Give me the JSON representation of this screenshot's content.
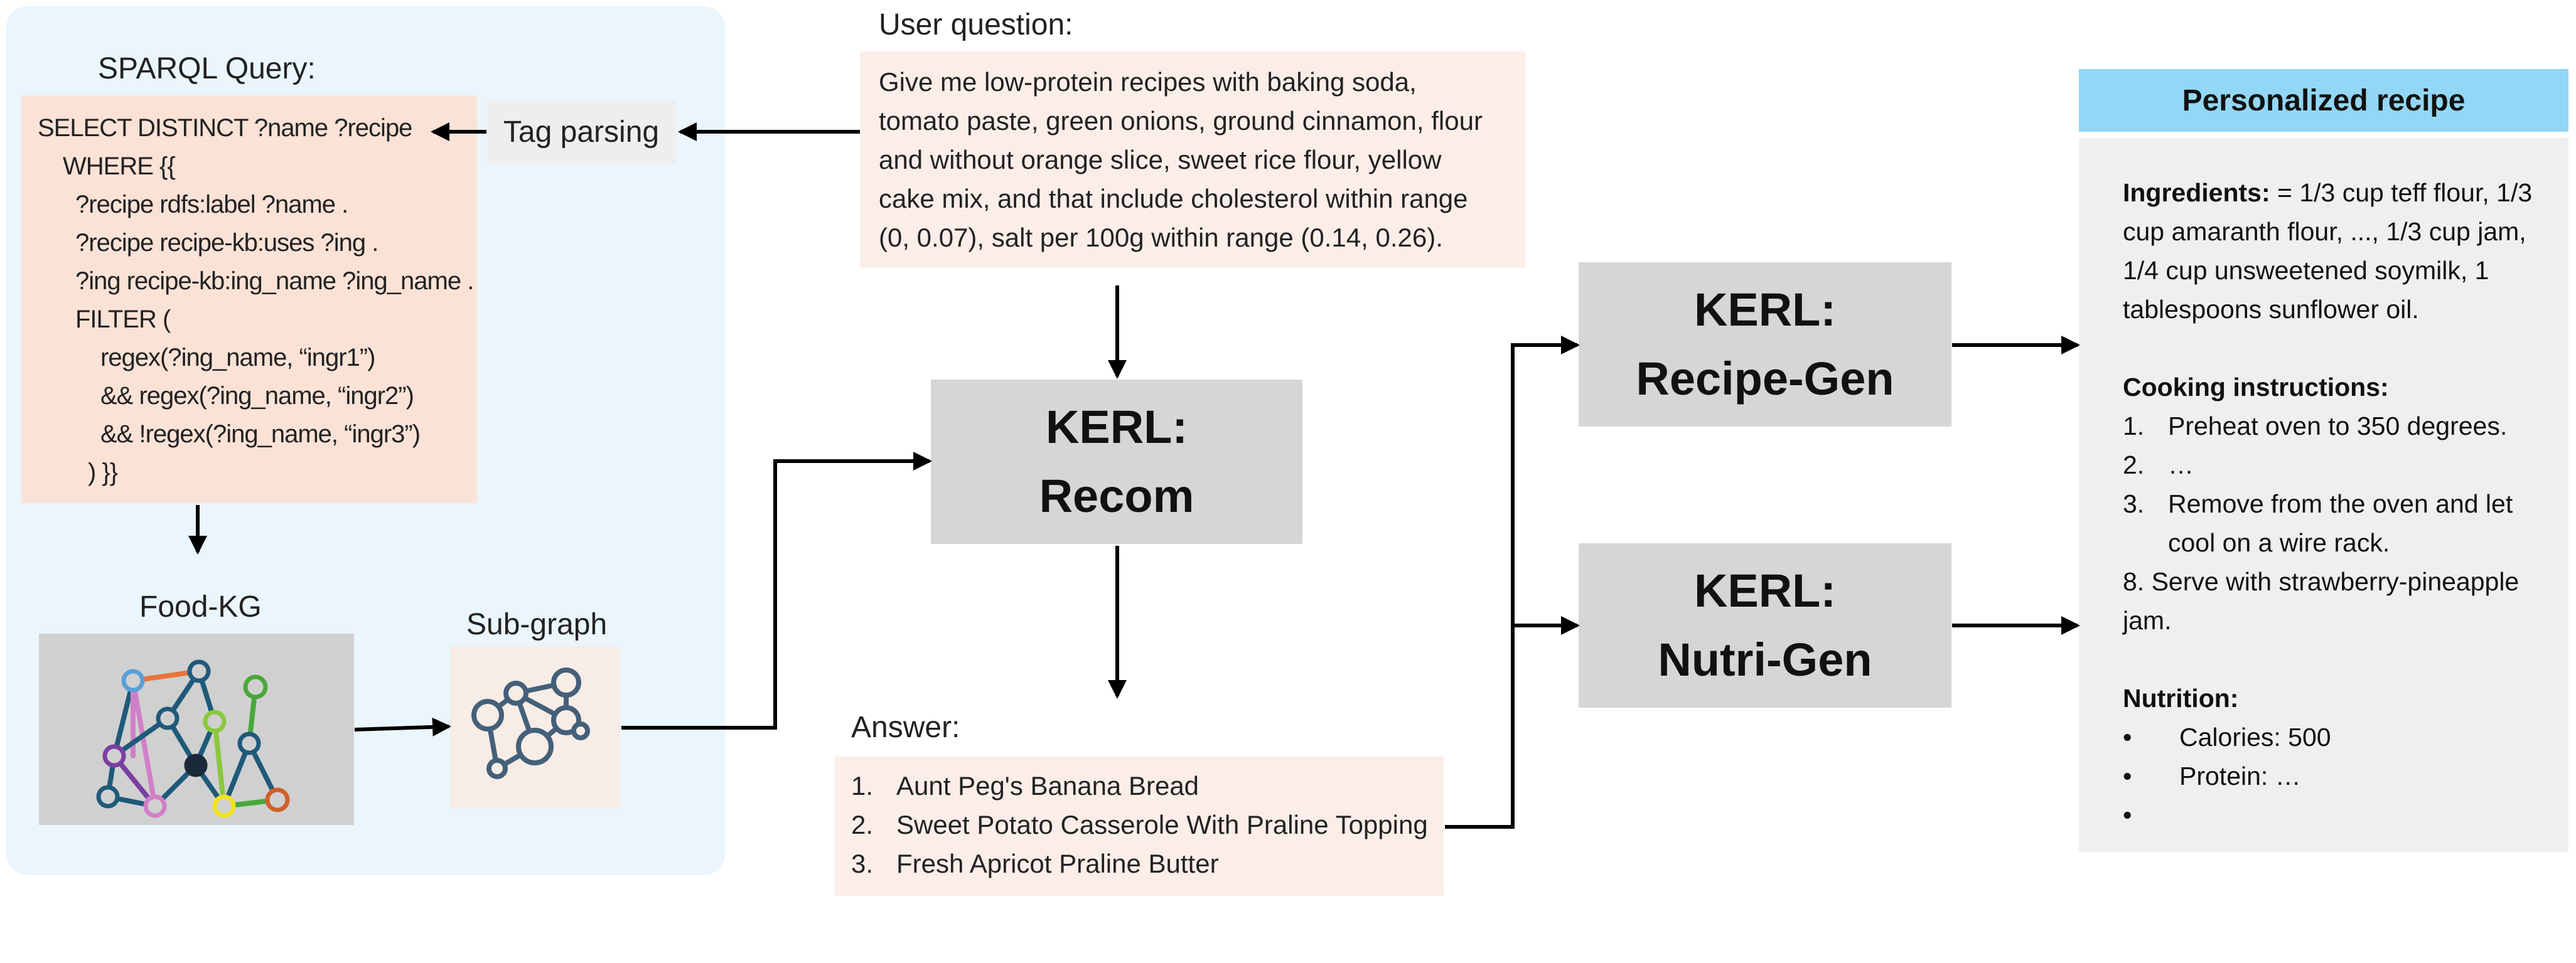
{
  "sparql": {
    "title": "SPARQL Query:",
    "lines": [
      "SELECT DISTINCT ?name ?recipe",
      "WHERE {{",
      "?recipe rdfs:label ?name .",
      "?recipe recipe-kb:uses ?ing .",
      "?ing recipe-kb:ing_name ?ing_name .",
      "FILTER (",
      "regex(?ing_name, “ingr1”)",
      "&& regex(?ing_name, “ingr2”)",
      "&& !regex(?ing_name, “ingr3”)",
      ") }}"
    ]
  },
  "tag_parsing": "Tag parsing",
  "food_kg": {
    "title": "Food-KG"
  },
  "subgraph": {
    "title": "Sub-graph"
  },
  "question": {
    "title": "User question:",
    "lines": [
      "Give me low-protein recipes with baking soda,",
      "tomato paste, green onions, ground cinnamon, flour",
      "and without orange slice, sweet rice flour, yellow",
      "cake mix, and that include cholesterol within range",
      "(0, 0.07), salt per 100g within range (0.14, 0.26)."
    ]
  },
  "recom": {
    "line1": "KERL:",
    "line2": "Recom"
  },
  "answer": {
    "title": "Answer:",
    "items": [
      {
        "num": "1.",
        "text": "Aunt Peg's Banana Bread"
      },
      {
        "num": "2.",
        "text": "Sweet Potato Casserole With Praline Topping"
      },
      {
        "num": "3.",
        "text": "Fresh Apricot Praline Butter"
      }
    ]
  },
  "recipe_gen": {
    "line1": "KERL:",
    "line2": "Recipe-Gen"
  },
  "nutri_gen": {
    "line1": "KERL:",
    "line2": "Nutri-Gen"
  },
  "result": {
    "header": "Personalized recipe",
    "ingredients_label": "Ingredients:",
    "ingredients_lines": [
      " = 1/3 cup teff flour, 1/3",
      "cup amaranth flour, ..., 1/3 cup jam,",
      "1/4 cup unsweetened soymilk, 1",
      "tablespoons sunflower oil."
    ],
    "cooking_label": "Cooking instructions:",
    "steps": [
      {
        "num": "1.",
        "text": "Preheat oven to 350 degrees."
      },
      {
        "num": "2.",
        "text": "…"
      },
      {
        "num": "3.",
        "text": "Remove from the oven and let"
      },
      {
        "num": "",
        "text": "cool on a wire rack."
      }
    ],
    "step8": "8. Serve with strawberry-pineapple",
    "step8_cont": "jam.",
    "nutrition_label": "Nutrition:",
    "nutrition": [
      {
        "bullet": "•",
        "text": "Calories: 500"
      },
      {
        "bullet": "•",
        "text": "Protein: …"
      },
      {
        "bullet": "•",
        "text": ""
      }
    ]
  },
  "colors": {
    "panel": "#eaf5fc",
    "sparql_bg": "#fbe2d6",
    "question_bg": "#fbeee8",
    "kerl_bg": "#d6d6d6",
    "result_header": "#92d7f5",
    "result_body": "#efefef",
    "kg_bg": "#d0d0d0",
    "graph_node": "#44607a"
  }
}
